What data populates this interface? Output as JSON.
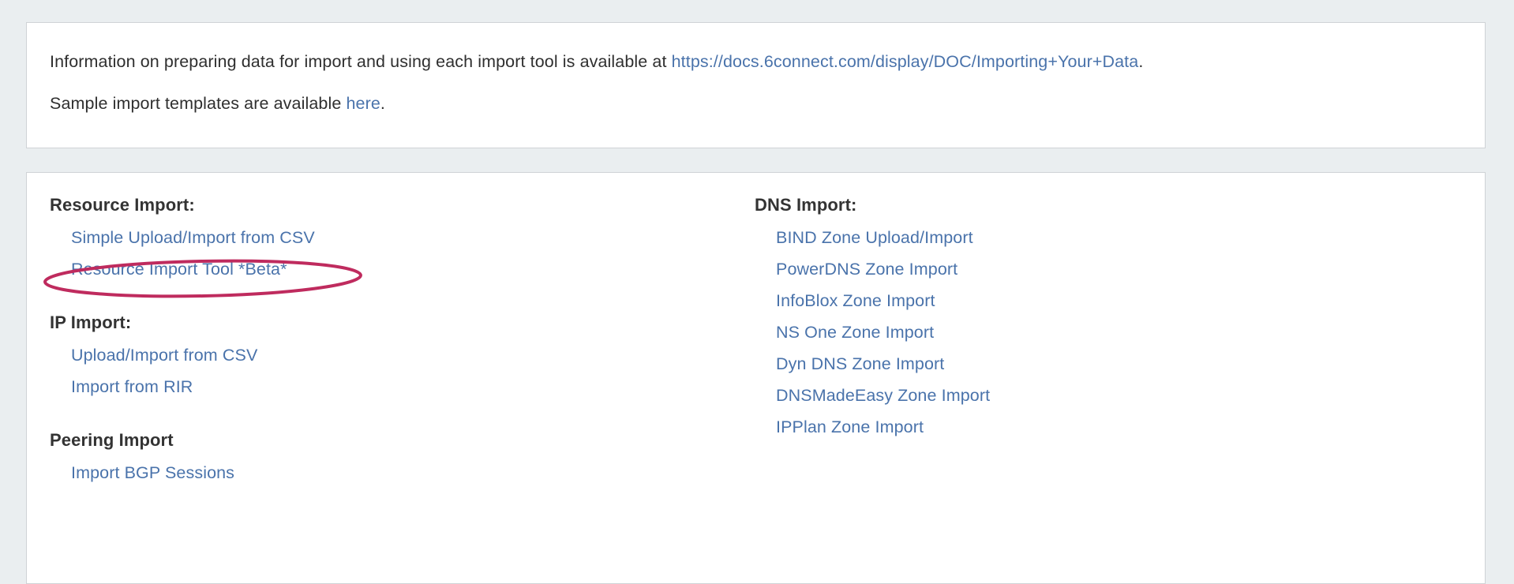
{
  "info_panel": {
    "line1_prefix": "Information on preparing data for import and using each import tool is available at ",
    "line1_link": "https://docs.6connect.com/display/DOC/Importing+Your+Data",
    "line1_suffix": ".",
    "line2_prefix": "Sample import templates are available ",
    "line2_link": "here",
    "line2_suffix": "."
  },
  "tools_panel": {
    "left_groups": [
      {
        "title": "Resource Import:",
        "links": [
          "Simple Upload/Import from CSV",
          "Resource Import Tool *Beta*"
        ]
      },
      {
        "title": "IP Import:",
        "links": [
          "Upload/Import from CSV",
          "Import from RIR"
        ]
      },
      {
        "title": "Peering Import",
        "links": [
          "Import BGP Sessions"
        ]
      }
    ],
    "right_groups": [
      {
        "title": "DNS Import:",
        "links": [
          "BIND Zone Upload/Import",
          "PowerDNS Zone Import",
          "InfoBlox Zone Import",
          "NS One Zone Import",
          "Dyn DNS Zone Import",
          "DNSMadeEasy Zone Import",
          "IPPlan Zone Import"
        ]
      }
    ]
  },
  "annotation": {
    "target_label": "Resource Import Tool *Beta*",
    "shape": "ellipse",
    "color": "#bf2b5e"
  },
  "colors": {
    "page_background": "#eaeef0",
    "panel_background": "#ffffff",
    "panel_border": "#cfd3d6",
    "link": "#4a73ab",
    "heading": "#333333",
    "body_text": "#2f2f2f",
    "annotation": "#bf2b5e"
  }
}
